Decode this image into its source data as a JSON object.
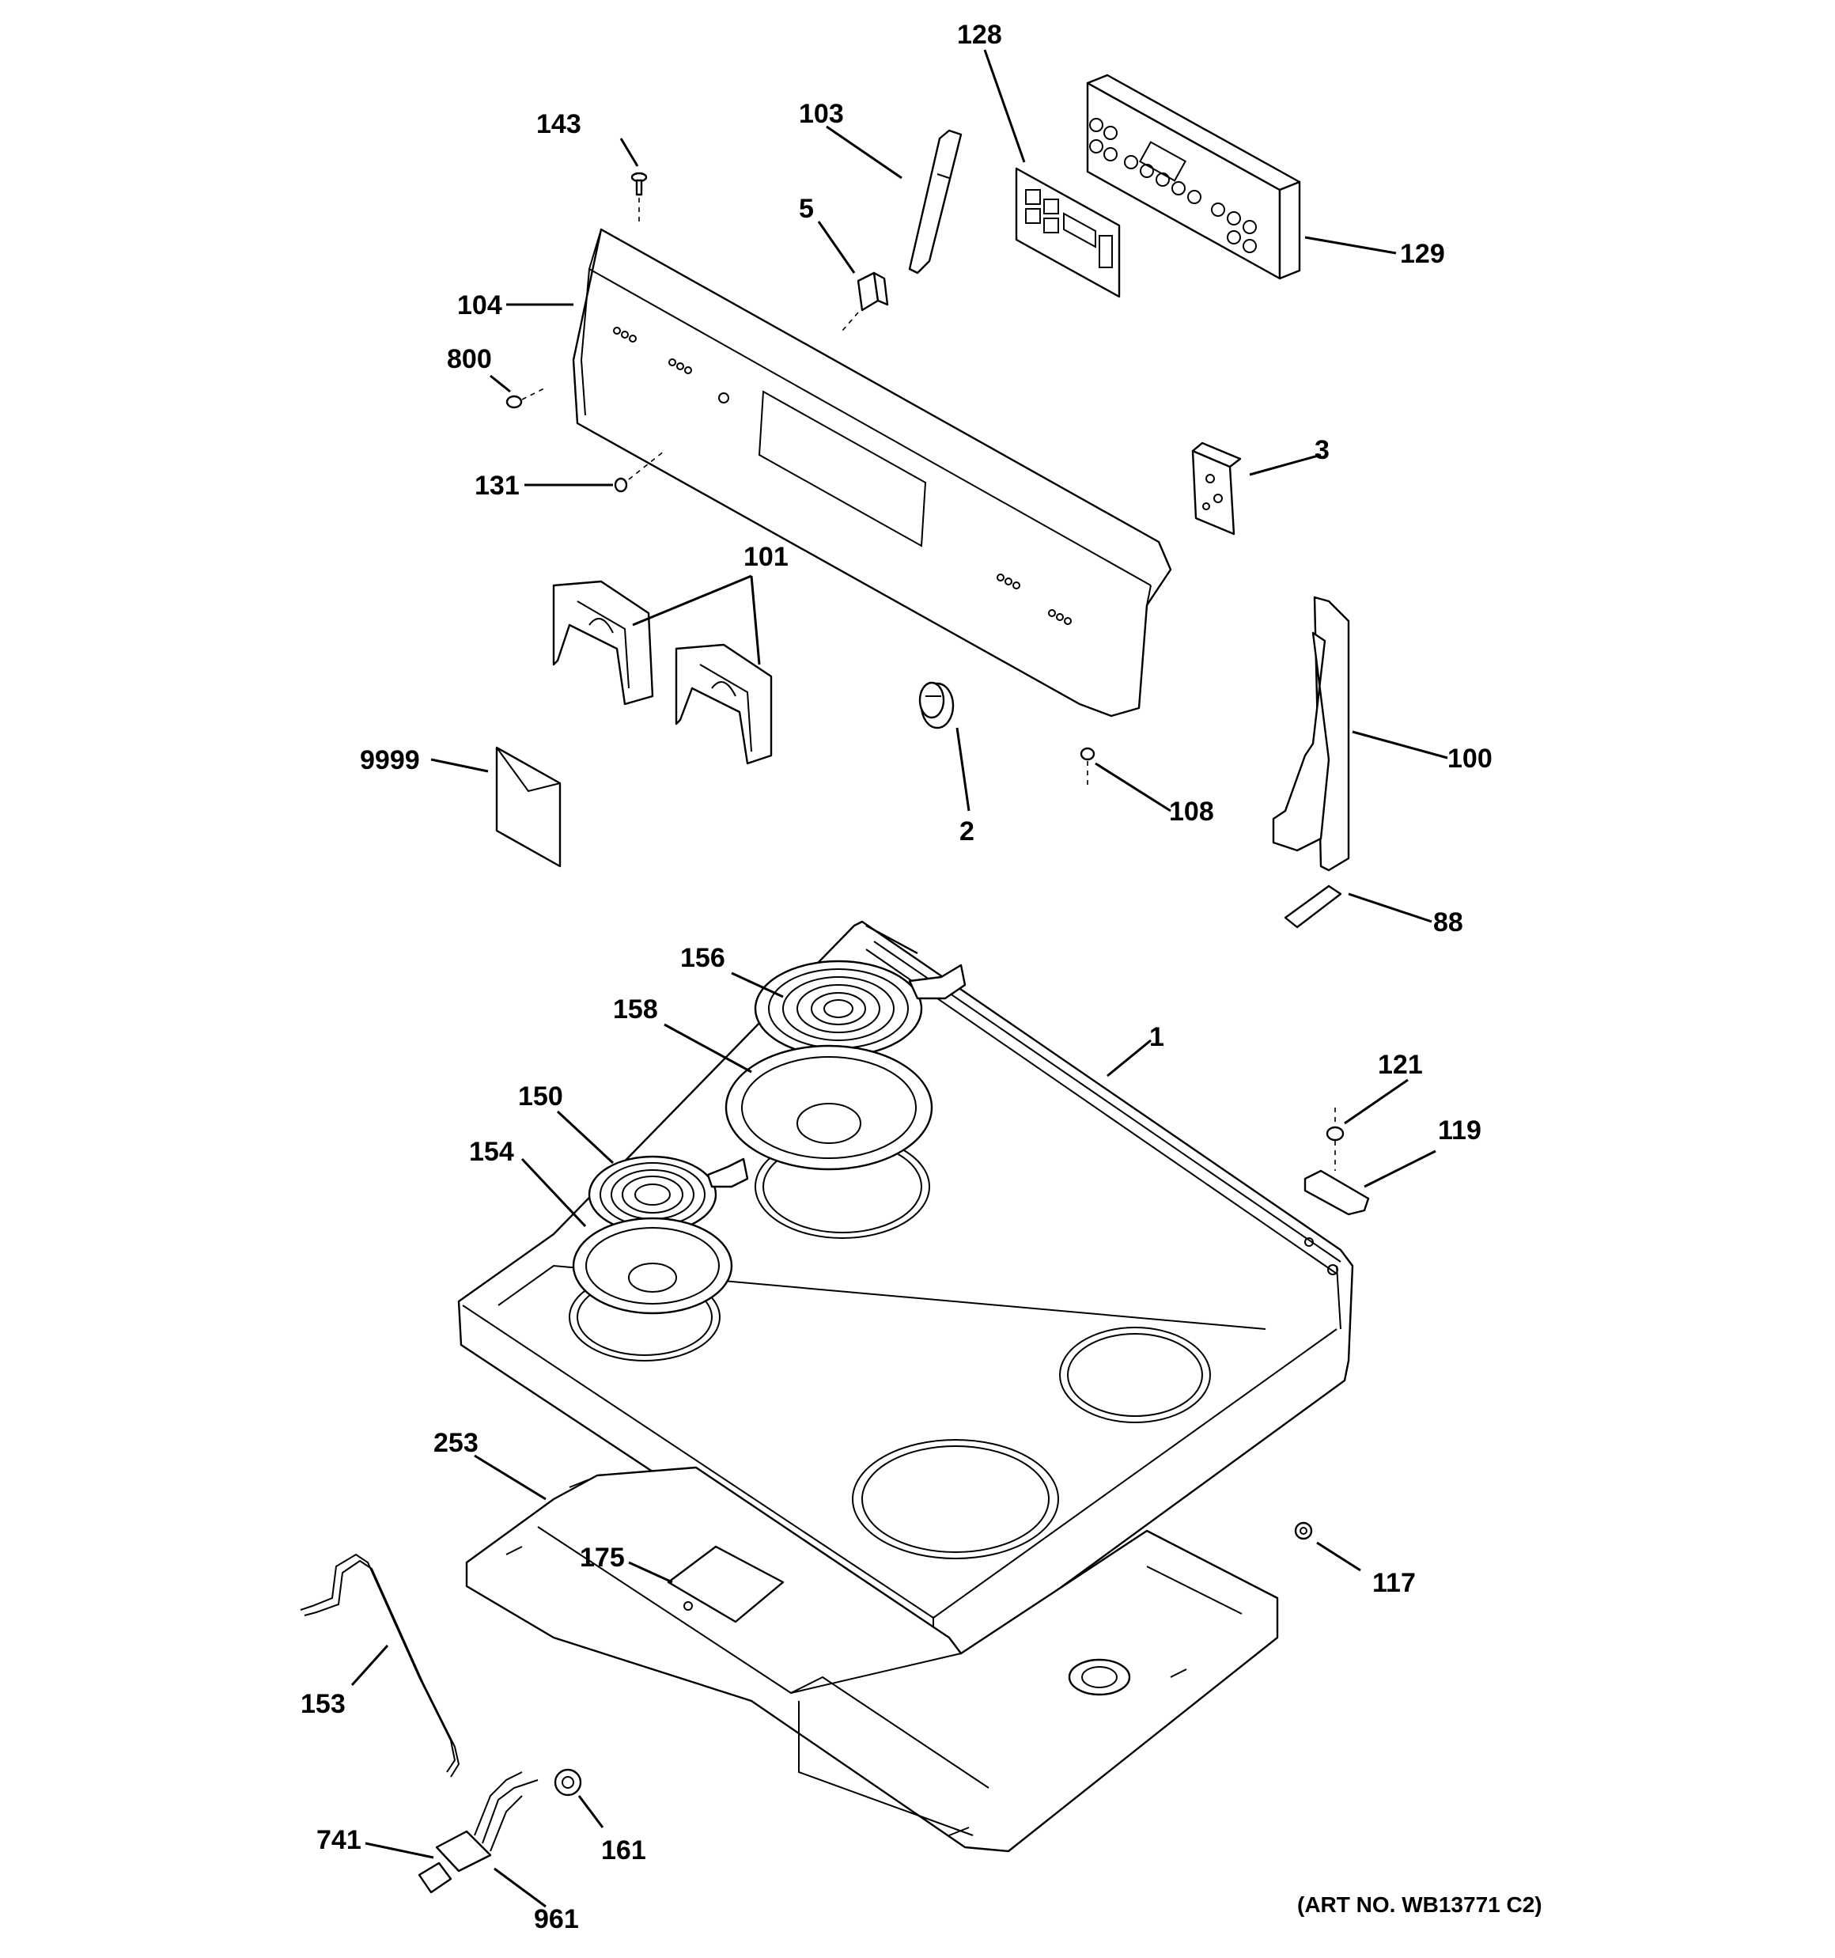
{
  "diagram": {
    "art_number": "(ART NO. WB13771 C2)",
    "callouts": {
      "c128": "128",
      "c143": "143",
      "c103": "103",
      "c5": "5",
      "c129": "129",
      "c104": "104",
      "c800": "800",
      "c3": "3",
      "c131": "131",
      "c101": "101",
      "c100": "100",
      "c9999": "9999",
      "c2": "2",
      "c108": "108",
      "c88": "88",
      "c156": "156",
      "c158": "158",
      "c1": "1",
      "c121": "121",
      "c150": "150",
      "c119": "119",
      "c154": "154",
      "c253": "253",
      "c175": "175",
      "c117": "117",
      "c153": "153",
      "c741": "741",
      "c161": "161",
      "c961": "961"
    }
  }
}
